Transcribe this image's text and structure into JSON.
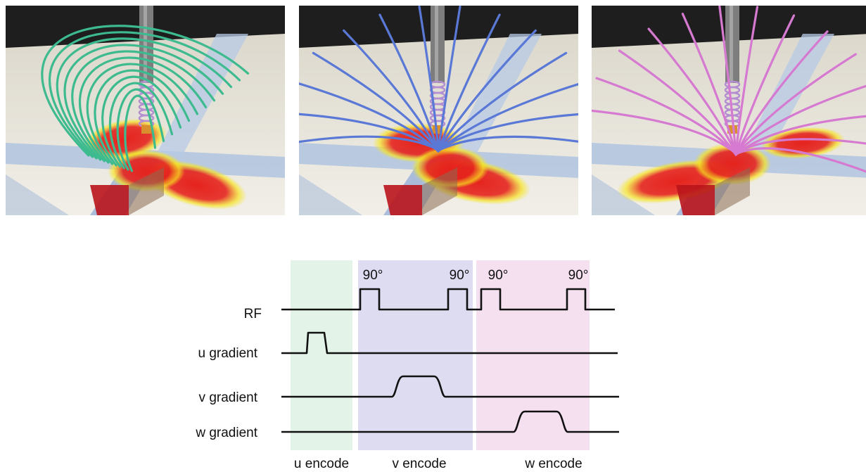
{
  "panels": [
    {
      "field_line_color": "#3dbb8f"
    },
    {
      "field_line_color": "#5a78d6"
    },
    {
      "field_line_color": "#d57ad0"
    }
  ],
  "colors": {
    "u_band": "#e4f3e7",
    "v_band": "#dedcf0",
    "w_band": "#f5e0f0",
    "trace": "#111111",
    "hotspot": "#e5231d",
    "hotspot_edge": "#f7e51e"
  },
  "sequence": {
    "rows": [
      {
        "key": "rf",
        "label": "RF"
      },
      {
        "key": "u",
        "label": "u gradient"
      },
      {
        "key": "v",
        "label": "v gradient"
      },
      {
        "key": "w",
        "label": "w gradient"
      }
    ],
    "pulse_labels": [
      "90°",
      "90°",
      "90°",
      "90°"
    ],
    "bands": [
      "u encode",
      "v encode",
      "w encode"
    ]
  }
}
